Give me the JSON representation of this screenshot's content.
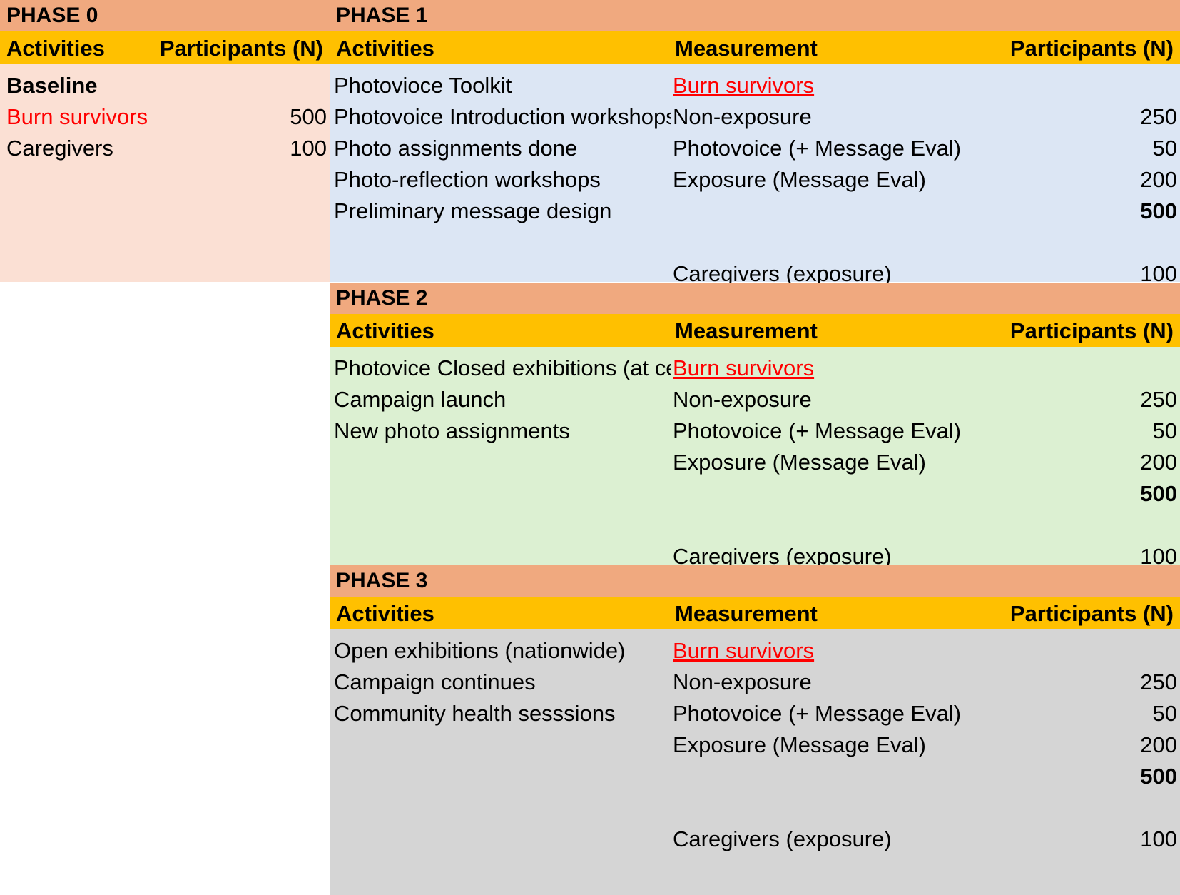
{
  "colors": {
    "phase_band": "#f0a97f",
    "header_band": "#ffc000",
    "phase0_body": "#fbe0d4",
    "phase1_body": "#dce6f4",
    "phase2_body": "#dcf0d2",
    "phase3_body": "#d5d5d5",
    "highlight_text": "#ff0000",
    "text": "#000000"
  },
  "phase0": {
    "title": "PHASE 0",
    "headers": {
      "activities": "Activities",
      "participants": "Participants (N)"
    },
    "rows": [
      {
        "activity": "Baseline",
        "n": "",
        "style": "bold"
      },
      {
        "activity": "Burn survivors",
        "n": "500",
        "style": "red"
      },
      {
        "activity": "Caregivers",
        "n": "100",
        "style": "normal"
      }
    ]
  },
  "phase1": {
    "title": "PHASE 1",
    "headers": {
      "activities": "Activities",
      "measurement": "Measurement",
      "participants": "Participants (N)"
    },
    "activities": [
      "Photovioce Toolkit",
      "Photovoice Introduction workshops",
      "Photo assignments done",
      "Photo-reflection workshops",
      "Preliminary message design"
    ],
    "measurements": [
      {
        "label": "Burn survivors",
        "n": "",
        "style": "redlink"
      },
      {
        "label": "Non-exposure",
        "n": "250",
        "style": "normal"
      },
      {
        "label": "Photovoice (+ Message Eval)",
        "n": "50",
        "style": "normal"
      },
      {
        "label": "Exposure (Message Eval)",
        "n": "200",
        "style": "normal"
      },
      {
        "label": "",
        "n": "500",
        "style": "bold"
      },
      {
        "label": "",
        "n": "",
        "style": "normal"
      },
      {
        "label": "Caregivers (exposure)",
        "n": "100",
        "style": "normal"
      }
    ]
  },
  "phase2": {
    "title": "PHASE 2",
    "headers": {
      "activities": "Activities",
      "measurement": "Measurement",
      "participants": "Participants (N)"
    },
    "activities": [
      "Photovice Closed exhibitions (at centres)",
      "Campaign launch",
      "New photo assignments"
    ],
    "measurements": [
      {
        "label": "Burn survivors",
        "n": "",
        "style": "redlink"
      },
      {
        "label": "Non-exposure",
        "n": "250",
        "style": "normal"
      },
      {
        "label": "Photovoice (+ Message Eval)",
        "n": "50",
        "style": "normal"
      },
      {
        "label": "Exposure (Message Eval)",
        "n": "200",
        "style": "normal"
      },
      {
        "label": "",
        "n": "500",
        "style": "bold"
      },
      {
        "label": "",
        "n": "",
        "style": "normal"
      },
      {
        "label": "Caregivers (exposure)",
        "n": "100",
        "style": "normal"
      }
    ]
  },
  "phase3": {
    "title": "PHASE 3",
    "headers": {
      "activities": "Activities",
      "measurement": "Measurement",
      "participants": "Participants (N)"
    },
    "activities": [
      "Open exhibitions (nationwide)",
      "Campaign continues",
      "Community health sesssions"
    ],
    "measurements": [
      {
        "label": "Burn survivors",
        "n": "",
        "style": "redlink"
      },
      {
        "label": "Non-exposure",
        "n": "250",
        "style": "normal"
      },
      {
        "label": "Photovoice (+ Message Eval)",
        "n": "50",
        "style": "normal"
      },
      {
        "label": "Exposure (Message Eval)",
        "n": "200",
        "style": "normal"
      },
      {
        "label": "",
        "n": "500",
        "style": "bold"
      },
      {
        "label": "",
        "n": "",
        "style": "normal"
      },
      {
        "label": "Caregivers (exposure)",
        "n": "100",
        "style": "normal"
      }
    ]
  }
}
